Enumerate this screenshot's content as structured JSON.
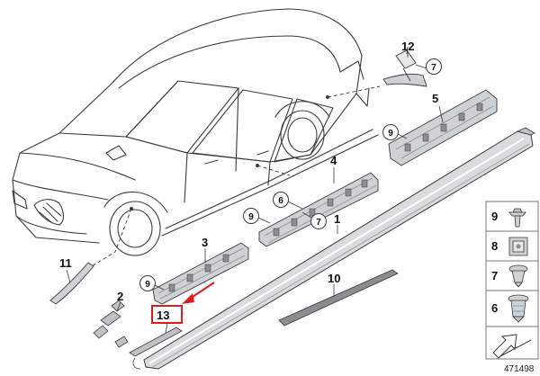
{
  "diagram": {
    "callouts": [
      "12",
      "7",
      "5",
      "9",
      "4",
      "6",
      "9",
      "7",
      "3",
      "1",
      "9",
      "10",
      "11",
      "2",
      "13"
    ],
    "legend": [
      "9",
      "8",
      "7",
      "6"
    ],
    "diagram_id": "471498",
    "colors": {
      "line": "#3a3a3a",
      "part_fill": "#cfd2d4",
      "part_dark": "#8a8e91",
      "highlight": "#e11b1b",
      "legend_border": "#777777"
    }
  }
}
